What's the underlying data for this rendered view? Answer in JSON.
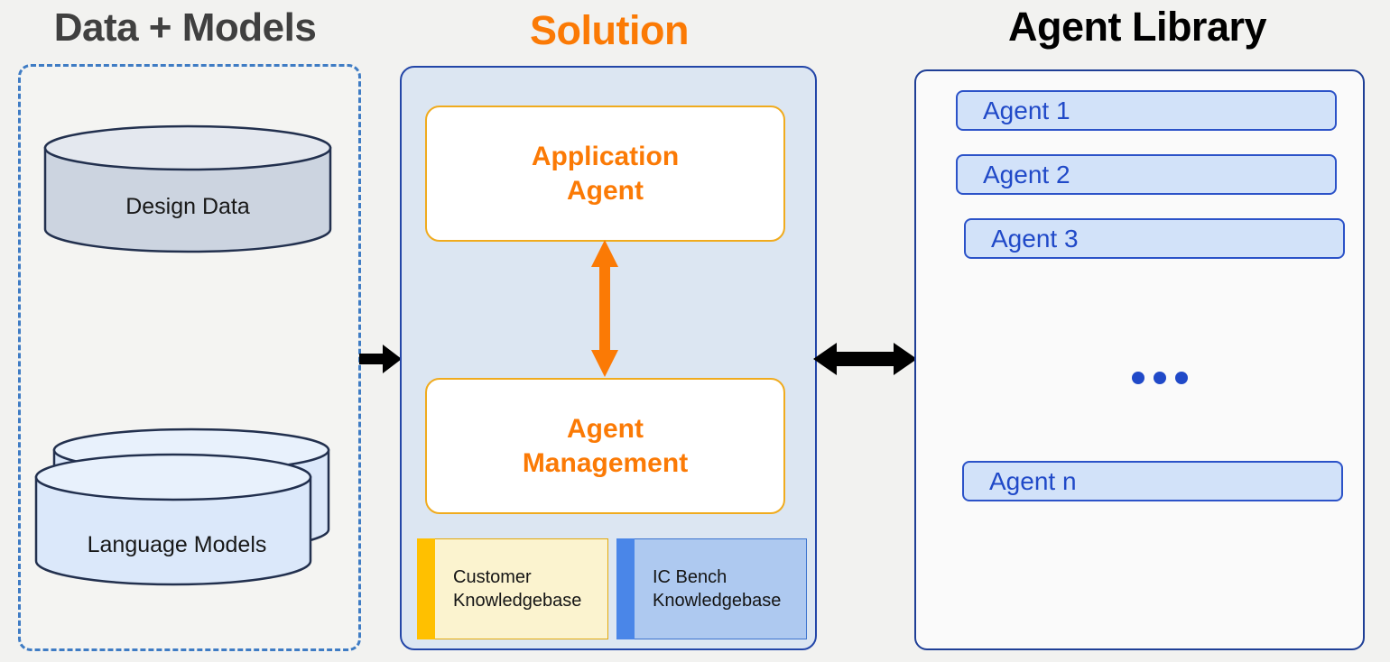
{
  "columns": {
    "data_models": {
      "title": "Data + Models",
      "items": [
        {
          "label": "Design  Data",
          "shape": "cylinder",
          "fill": "#ccd4e0"
        },
        {
          "label": "Language Models",
          "shape": "stacked-cylinder",
          "fill": "#dbe8fa"
        }
      ]
    },
    "solution": {
      "title": "Solution",
      "accent_color": "#fb7a05",
      "boxes": [
        {
          "label": "Application\nAgent",
          "line1": "Application",
          "line2": "Agent"
        },
        {
          "label": "Agent\nManagement",
          "line1": "Agent",
          "line2": "Management"
        }
      ],
      "knowledgebases": [
        {
          "line1": "Customer",
          "line2": "Knowledgebase",
          "bar_color": "#ffc000",
          "fill": "#fbf3cf"
        },
        {
          "line1": "IC Bench",
          "line2": "Knowledgebase",
          "bar_color": "#4a86e8",
          "fill": "#aec9f0"
        }
      ]
    },
    "agent_library": {
      "title": "Agent Library",
      "agents": [
        {
          "label": "Agent 1"
        },
        {
          "label": "Agent 2"
        },
        {
          "label": "Agent 3"
        },
        {
          "label": "Agent n"
        }
      ],
      "ellipsis": "•••"
    }
  },
  "connectors": [
    {
      "name": "data-to-solution",
      "direction": "right",
      "color": "#000000"
    },
    {
      "name": "app-agent-to-agent-management",
      "direction": "vertical-both",
      "color": "#fb7a05"
    },
    {
      "name": "solution-to-agent-library",
      "direction": "horizontal-both",
      "color": "#000000"
    }
  ]
}
